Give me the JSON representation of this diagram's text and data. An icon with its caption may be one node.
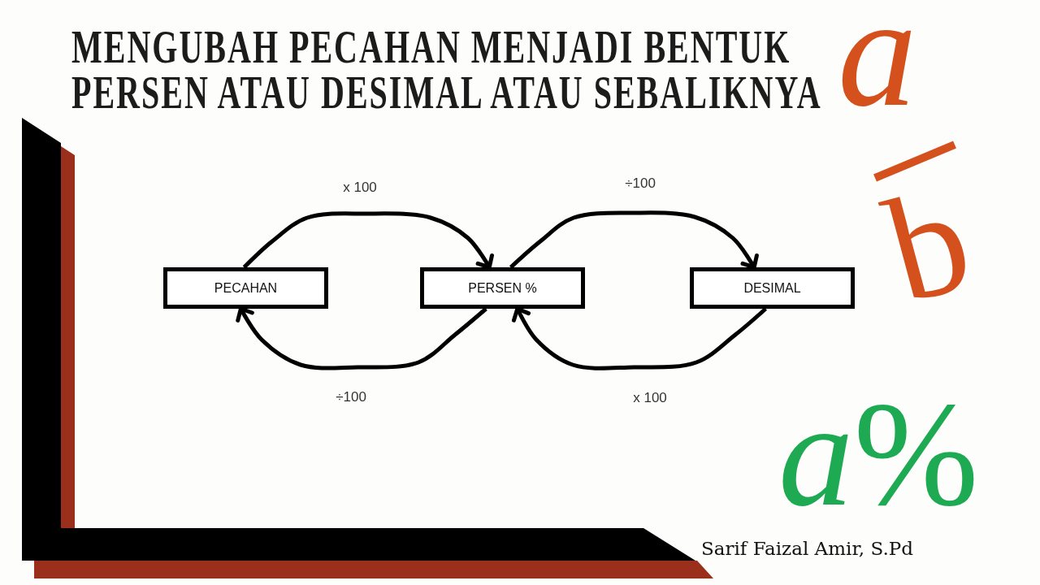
{
  "diagram": {
    "title": "MENGUBAH PECAHAN MENJADI BENTUK PERSEN ATAU DESIMAL ATAU SEBALIKNYA",
    "nodes": [
      {
        "text": [
          "PECAHAN"
        ]
      },
      {
        "text": [
          "PERSEN %"
        ]
      },
      {
        "text": [
          "DESIMAL"
        ]
      }
    ],
    "edges": [
      {
        "from": 0,
        "to": 1,
        "arrow": "to",
        "label": "x 100"
      },
      {
        "from": 1,
        "to": 2,
        "arrow": "to",
        "label": "÷100"
      },
      {
        "from": 1,
        "to": 0,
        "arrow": "to",
        "label": "÷100"
      },
      {
        "from": 2,
        "to": 1,
        "arrow": "to",
        "label": "x 100"
      }
    ],
    "labels": [
      "a",
      "b",
      "*a*%",
      "Sarif Faizal Amir, S.Pd"
    ]
  }
}
